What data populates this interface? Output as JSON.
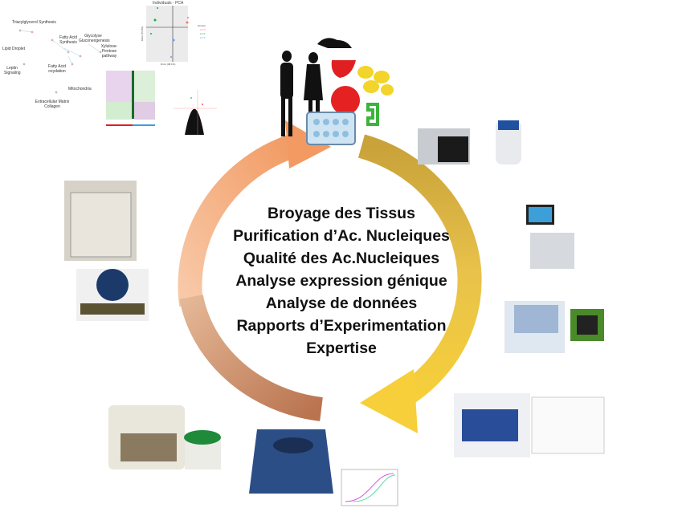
{
  "center_steps": [
    "Broyage des Tissus",
    "Purification d’Ac. Nucleiques",
    "Qualité des Ac.Nucleiques",
    "Analyse expression génique",
    "Analyse de données",
    "Rapports d’Experimentation",
    "Expertise"
  ],
  "network_labels": [
    "Triacylglycerol Synthesis",
    "Fatty Acid Synthesis",
    "Glycolyse Gluconeogenesis",
    "Xylulose-Pentose pathway",
    "Lipid Droplet",
    "Fatty Acid oxydation",
    "Leptin Signaling",
    "Mitochondria",
    "Extracellular Matrix Collagen"
  ],
  "pca": {
    "title": "Individuals - PCA",
    "xlabel": "Dim1 (38.1%)",
    "ylabel": "Dim2 (15.8%)",
    "legend_title": "Groups",
    "groups": [
      "A-T0",
      "A-T1",
      "A-T2"
    ]
  },
  "colors": {
    "orange_arrow": "#f4a877",
    "gold_arrow": "#e6b830",
    "brown_arrow": "#c98a62",
    "pca_red": "#f8766d",
    "pca_green": "#00ba38",
    "pca_blue": "#619cff"
  }
}
